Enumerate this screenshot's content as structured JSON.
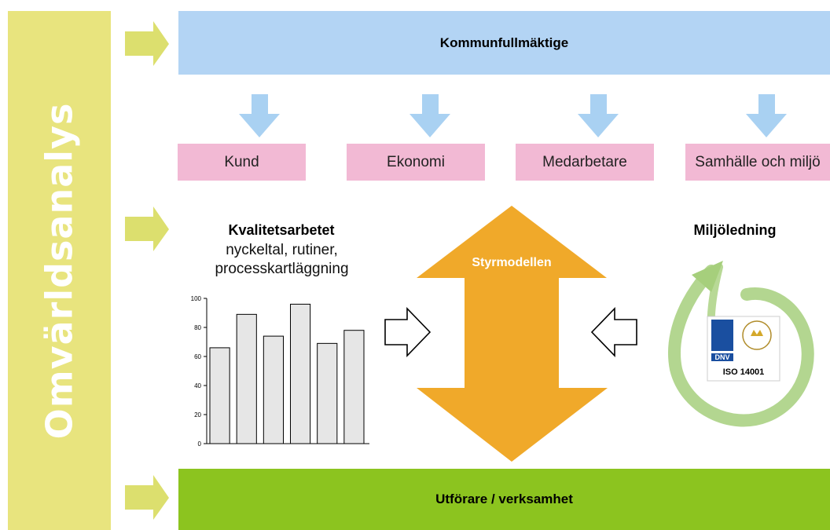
{
  "sidebar": {
    "label": "Omvärldsanalys"
  },
  "top_bar": {
    "label": "Kommunfullmäktige"
  },
  "perspectives": [
    "Kund",
    "Ekonomi",
    "Medarbetare",
    "Samhälle och miljö"
  ],
  "center": {
    "label": "Styrmodellen"
  },
  "left_panel": {
    "title": "Kvalitetsarbetet",
    "line1": "nyckeltal, rutiner,",
    "line2": "processkartläggning"
  },
  "right_panel": {
    "title": "Miljöledning",
    "cert_brand": "DNV",
    "cert_standard": "ISO 14001"
  },
  "bottom_bar": {
    "label": "Utförare / verksamhet"
  },
  "colors": {
    "sidebar": "#e8e47e",
    "side_arrows": "#dcdf6e",
    "top_bar": "#b3d4f4",
    "down_arrows": "#a9d1f2",
    "perspective_boxes": "#f2b9d4",
    "center_arrow": "#f0a92a",
    "bottom_bar": "#8cc41f",
    "recycle_swirl": "#a6cf7c"
  },
  "chart_data": {
    "type": "bar",
    "categories": [
      "",
      "",
      "",
      "",
      "",
      ""
    ],
    "values": [
      66,
      89,
      74,
      96,
      69,
      78
    ],
    "yticks": [
      0,
      20,
      40,
      60,
      80,
      100
    ],
    "ylim": [
      0,
      100
    ]
  }
}
